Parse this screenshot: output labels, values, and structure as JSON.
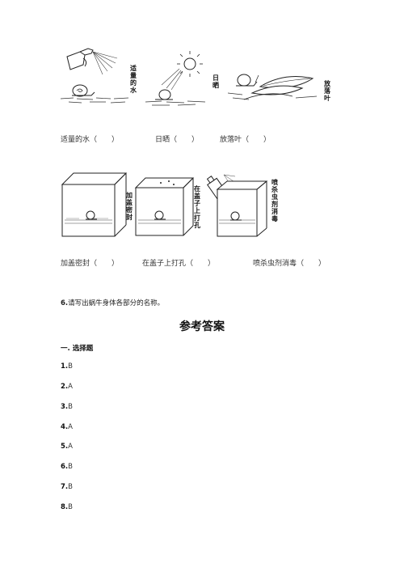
{
  "row1": {
    "scene1_vertical": "适量的水",
    "scene2_label": "日晒",
    "scene3_vertical": "放落叶",
    "captions": [
      "适量的水（　　）",
      "日晒（　　）",
      "放落叶（　　）"
    ]
  },
  "row2": {
    "box1_vertical": "加盖密封",
    "box2_vertical": "在盖子上打孔",
    "box3_vertical": "喷杀虫剂消毒",
    "captions": [
      "加盖密封（　　）",
      "在盖子上打孔（　　）",
      "喷杀虫剂消毒（　　）"
    ]
  },
  "question6": {
    "number": "6.",
    "text": "请写出蜗牛身体各部分的名称。"
  },
  "answer_key": {
    "title": "参考答案",
    "section": "一. 选择题",
    "items": [
      {
        "num": "1.",
        "ans": "B"
      },
      {
        "num": "2.",
        "ans": "A"
      },
      {
        "num": "3.",
        "ans": "B"
      },
      {
        "num": "4.",
        "ans": "A"
      },
      {
        "num": "5.",
        "ans": "A"
      },
      {
        "num": "6.",
        "ans": "B"
      },
      {
        "num": "7.",
        "ans": "B"
      },
      {
        "num": "8.",
        "ans": "B"
      }
    ]
  }
}
